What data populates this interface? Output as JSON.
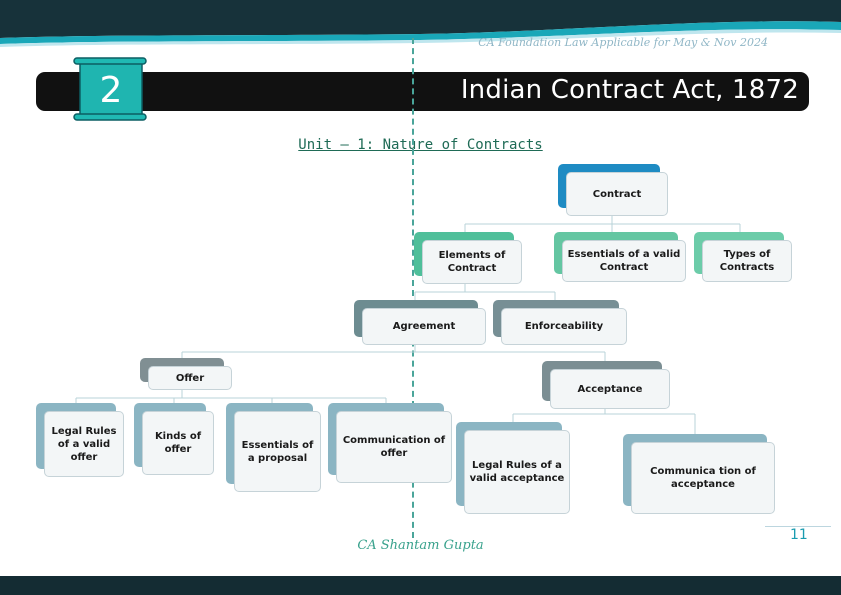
{
  "header": {
    "subtitle": "CA Foundation Law Applicable for May & Nov 2024",
    "chapter_number": "2",
    "chapter_title": "Indian Contract Act, 1872"
  },
  "unit_title": "Unit – 1: Nature of Contracts",
  "diagram": {
    "contract": "Contract",
    "elements_of_contract": "Elements of Contract",
    "essentials_valid_contract": "Essentials of a valid Contract",
    "types_of_contracts": "Types of Contracts",
    "agreement": "Agreement",
    "enforceability": "Enforceability",
    "offer": "Offer",
    "acceptance": "Acceptance",
    "legal_rules_offer": "Legal Rules of a valid offer",
    "kinds_of_offer": "Kinds of offer",
    "essentials_proposal": "Essentials of a proposal",
    "communication_offer": "Communication of offer",
    "legal_rules_acceptance": "Legal Rules of a valid acceptance",
    "communication_acceptance": "Communica tion of acceptance"
  },
  "footer": {
    "author": "CA Shantam Gupta",
    "page_number": "11"
  },
  "colors": {
    "title_bar": "#111111",
    "accent_teal": "#1fb5b0",
    "dash_line": "#4aa59a",
    "bottom_bar": "#142c33"
  }
}
